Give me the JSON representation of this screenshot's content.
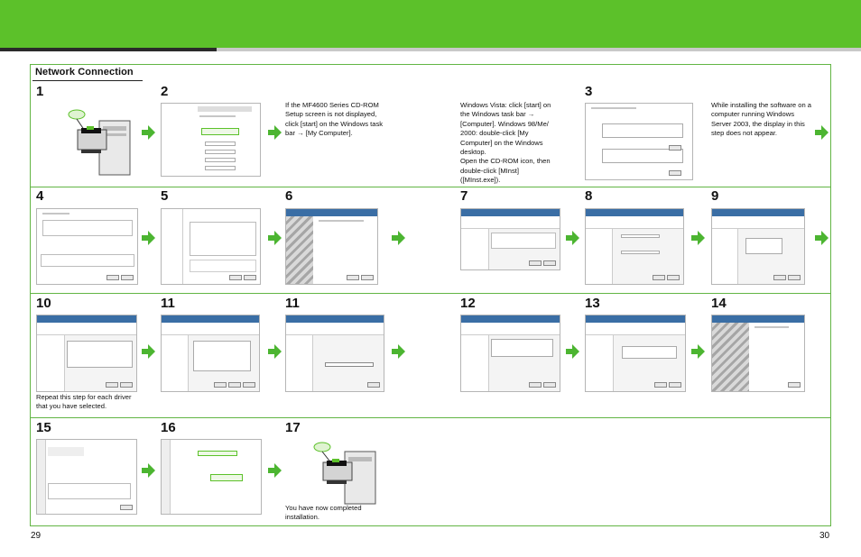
{
  "section_title": "Network Connection",
  "steps": [
    "1",
    "2",
    "3",
    "4",
    "5",
    "6",
    "7",
    "8",
    "9",
    "10",
    "11",
    "12",
    "13",
    "14",
    "15",
    "16",
    "17"
  ],
  "notes": {
    "mf4600": "If the MF4600 Series CD-ROM Setup screen is not displayed, click [start] on the Windows task bar → [My Computer].",
    "vista": "Windows Vista: click [start] on the Windows task bar → [Computer]. Windows 98/Me/ 2000: double-click [My Computer] on the Windows desktop.\nOpen the CD-ROM icon, then double-click [MInst] ([MInst.exe]).",
    "server2003": "While installing the software on a computer running Windows Server 2003, the display in this step does not appear.",
    "repeat": "Repeat this step for each driver that you have selected.",
    "completed": "You have now completed installation."
  },
  "page_numbers": {
    "left": "29",
    "right": "30"
  },
  "colors": {
    "brand_green": "#5cc12a",
    "frame_green": "#62b544",
    "arrow_green": "#4cb531"
  },
  "icons": {
    "arrow": "arrow-right-icon",
    "computer": "computer-printer-icon"
  }
}
